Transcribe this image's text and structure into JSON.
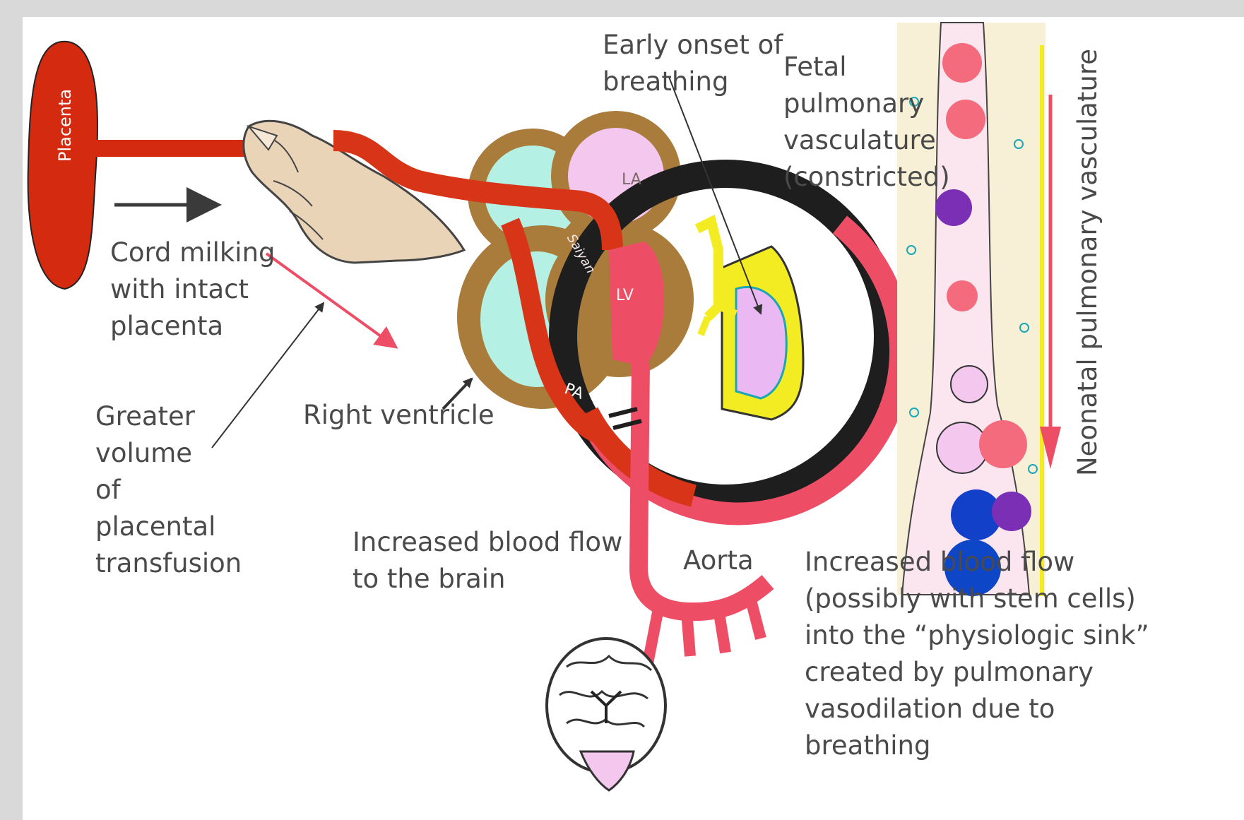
{
  "labels": {
    "placenta": "Placenta",
    "cord_milking": "Cord milking\nwith intact\nplacenta",
    "greater_volume": "Greater\nvolume\nof\nplacental\ntransfusion",
    "right_ventricle": "Right ventricle",
    "early_onset": "Early onset of\nbreathing",
    "fetal_pulmonary": "Fetal\npulmonary\nvasculature\n(constricted)",
    "la": "LA",
    "lv": "LV",
    "pa": "PA",
    "signature": "Saiyan",
    "brain_flow": "Increased blood flow\nto the brain",
    "aorta": "Aorta",
    "sink_flow": "Increased blood flow\n(possibly with stem cells)\ninto the “physiologic sink”\ncreated by pulmonary\nvasodilation due to\nbreathing",
    "neonatal": "Neonatal pulmonary vasculature"
  },
  "colors": {
    "placenta_red": "#d42a10",
    "vessel_red": "#d83418",
    "pink": "#ee4d66",
    "heart_brown": "#a97c3c",
    "cyan": "#b4f1e4",
    "lavender": "#f3c7ee",
    "hand_skin": "#ead4b8",
    "lung_yellow": "#f4ec22",
    "lung_lilac": "#eab8f2",
    "text_gray": "#4a4a4a"
  }
}
